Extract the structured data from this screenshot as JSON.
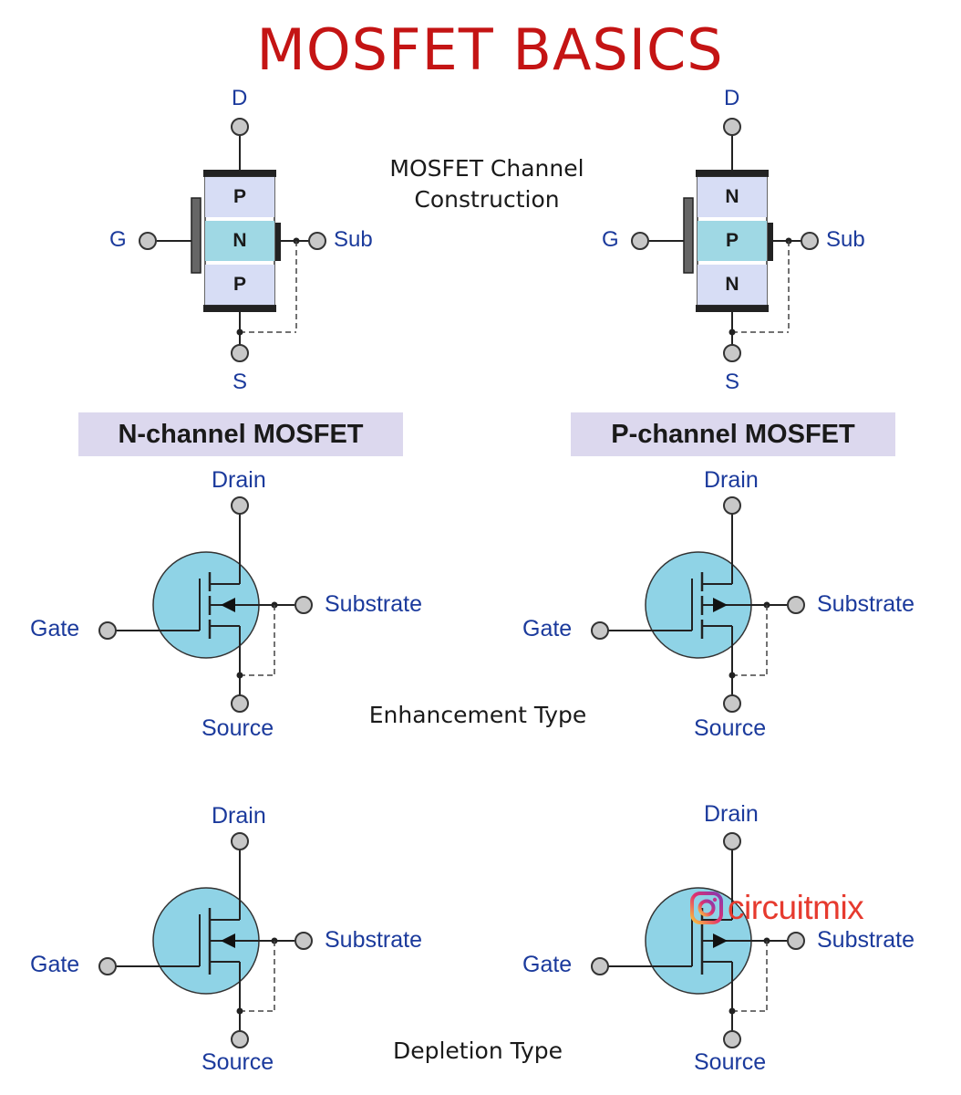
{
  "title": "MOSFET BASICS",
  "construction_caption": "MOSFET Channel Construction",
  "enhancement_caption": "Enhancement Type",
  "depletion_caption": "Depletion Type",
  "headings": {
    "n_channel": "N-channel MOSFET",
    "p_channel": "P-channel MOSFET"
  },
  "construction": {
    "n": {
      "layers": [
        "P",
        "N",
        "P"
      ],
      "drain": "D",
      "gate": "G",
      "source": "S",
      "substrate": "Sub"
    },
    "p": {
      "layers": [
        "N",
        "P",
        "N"
      ],
      "drain": "D",
      "gate": "G",
      "source": "S",
      "substrate": "Sub"
    }
  },
  "symbol_labels": {
    "drain": "Drain",
    "gate": "Gate",
    "source": "Source",
    "substrate": "Substrate"
  },
  "watermark": {
    "text": "circuitmix",
    "icon": "instagram-icon"
  },
  "colors": {
    "title": "#c41414",
    "label": "#1b3a9c",
    "circle": "#8fd3e6",
    "heading_bg": "#dcd8ee",
    "terminal": "#c8c8c8",
    "watermark": "#e63a2e"
  }
}
